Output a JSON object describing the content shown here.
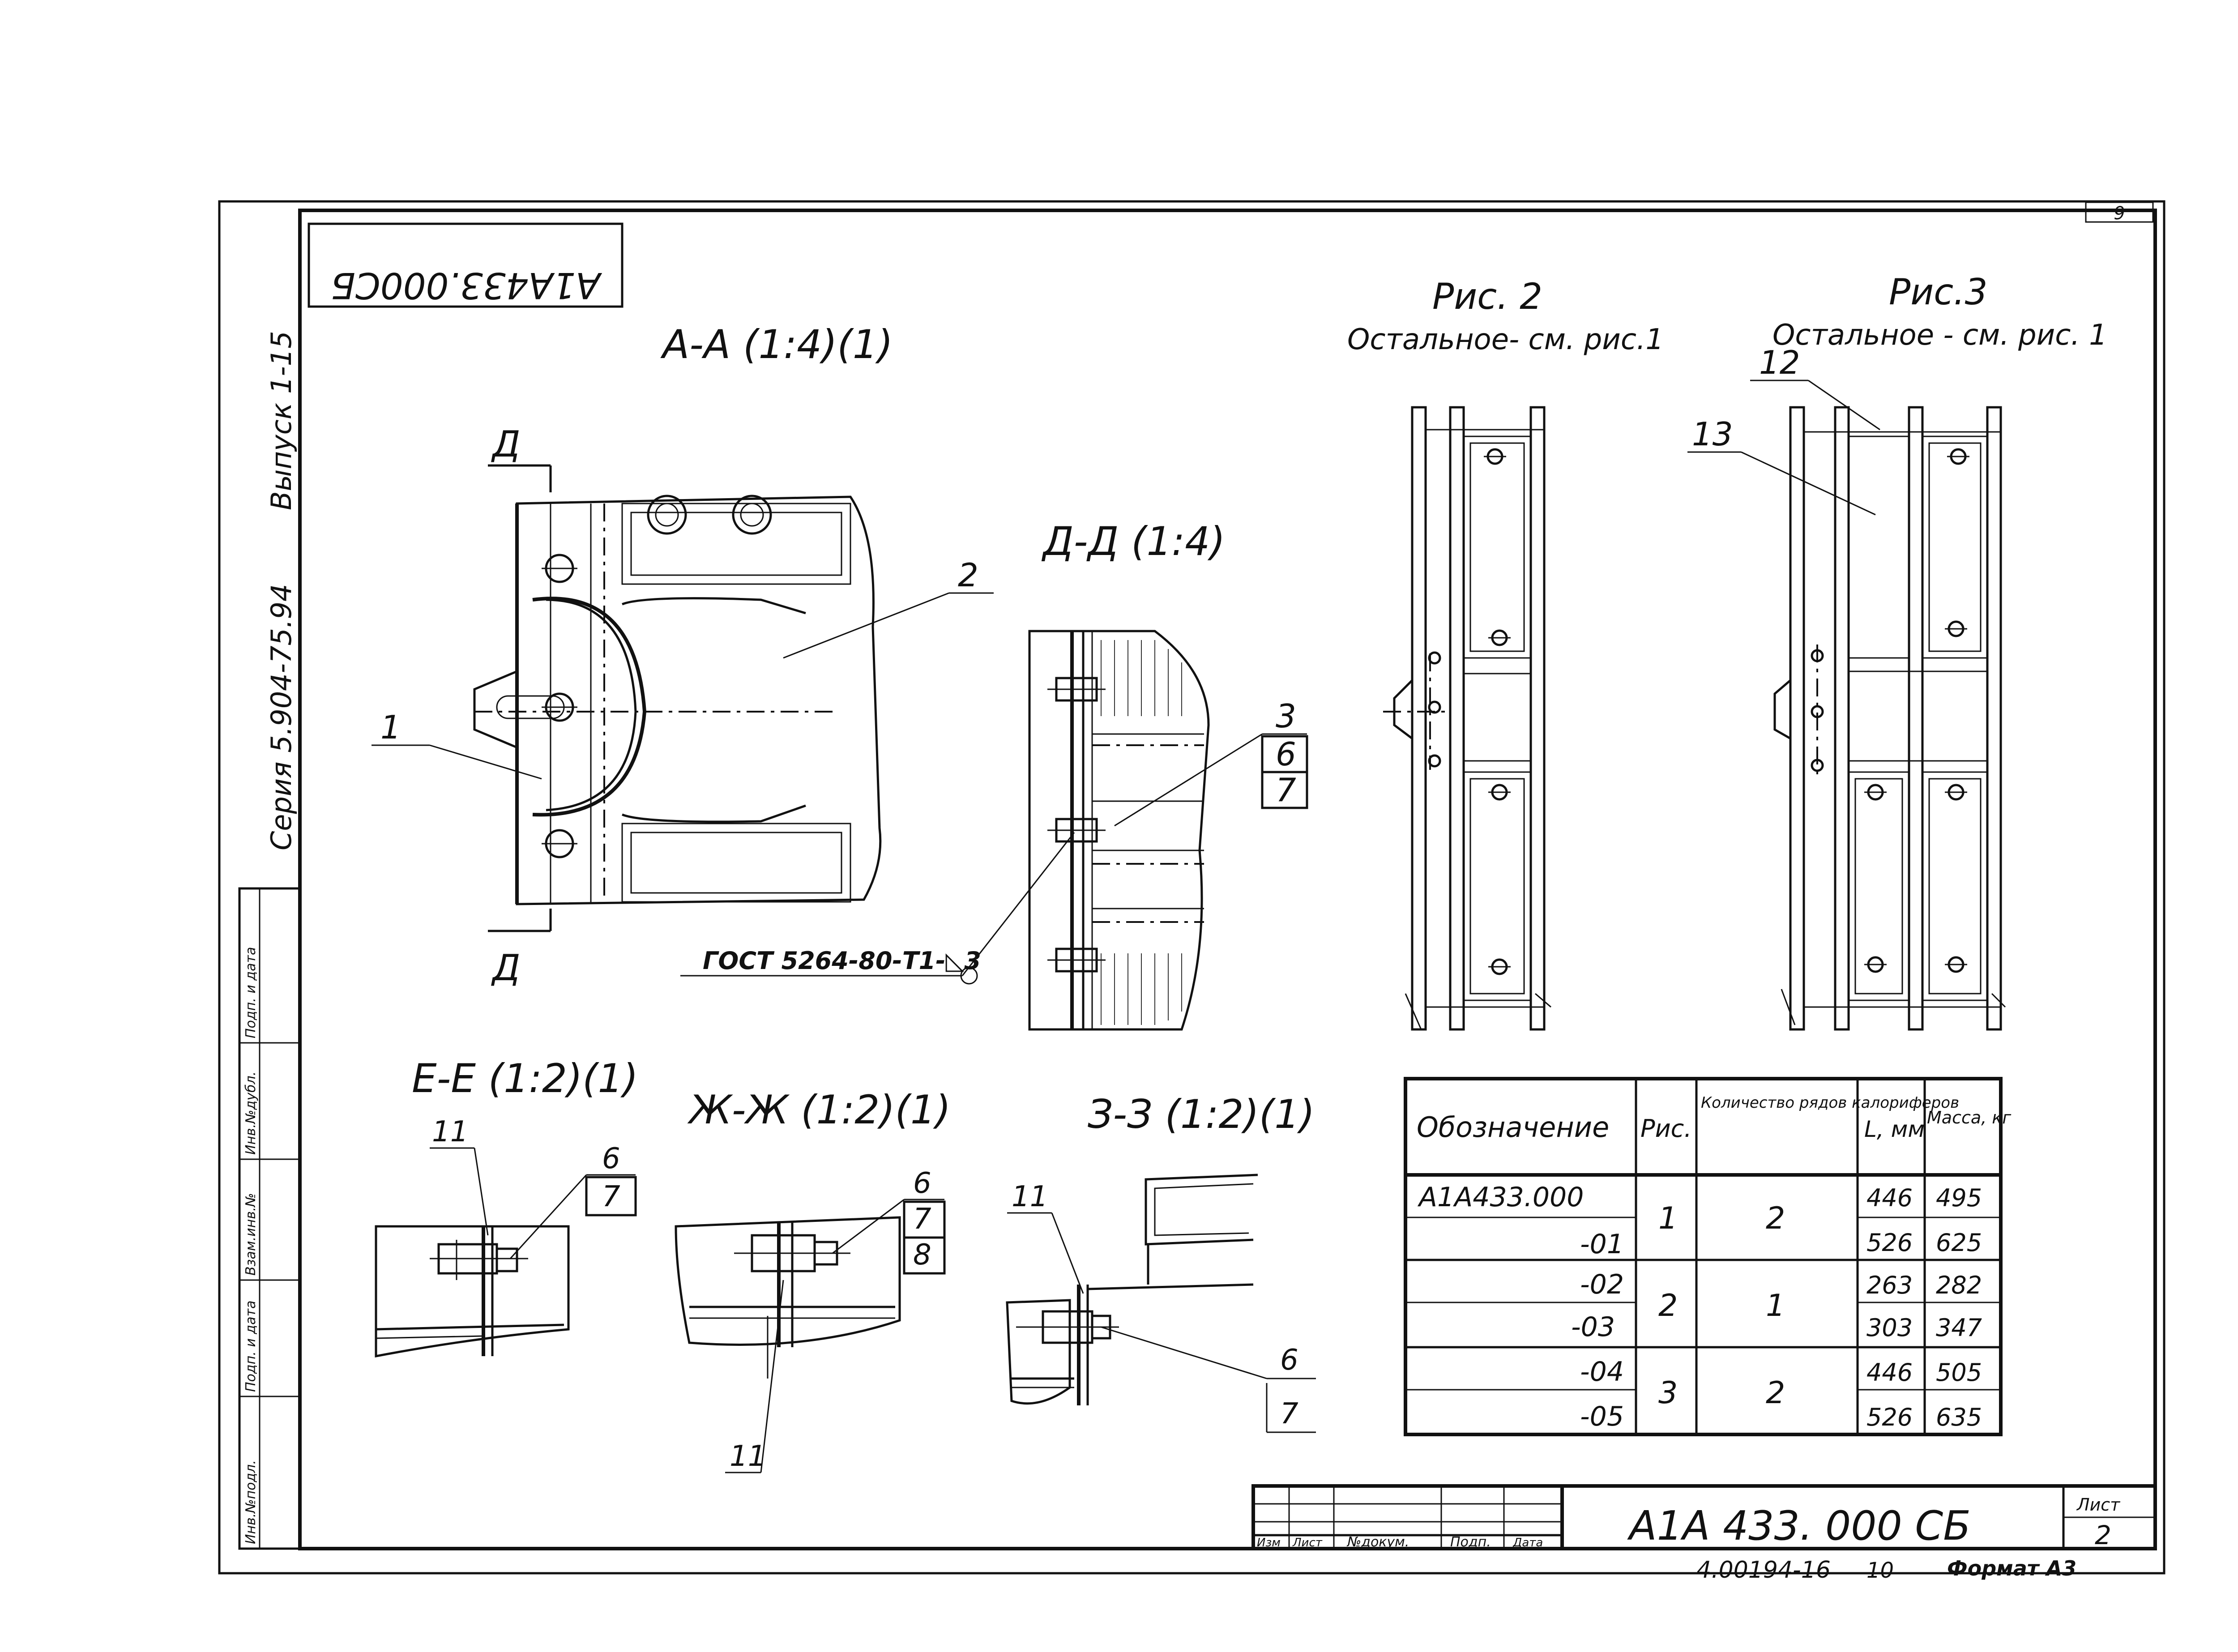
{
  "designation_rotated": "А1А433.000СБ",
  "series_note": "Серия 5.904-75.94",
  "issue_note": "Выпуск 1-15",
  "sheet_corner_number": "9",
  "side_stamp": [
    "Инв.№подл.",
    "Подп. и дата",
    "Взам.инв.№",
    "Инв.№дубл.",
    "Подп. и дата"
  ],
  "views": {
    "aa": "А-А (1:4)(1)",
    "dd": "Д-Д (1:4)",
    "ee": "Е-Е (1:2)(1)",
    "zhzh": "Ж-Ж (1:2)(1)",
    "zz": "З-З (1:2)(1)",
    "cut_mark": "Д",
    "fig2_title": "Рис. 2",
    "fig2_note": "Остальное- см. рис.1",
    "fig3_title": "Рис.3",
    "fig3_note": "Остальное - см. рис. 1",
    "weld_note": "ГОСТ 5264-80-Т1-◺3"
  },
  "callouts": {
    "aa": [
      "1",
      "2"
    ],
    "dd": [
      "3",
      "6",
      "7"
    ],
    "ee": [
      "11",
      "6",
      "7"
    ],
    "zhzh": [
      "6",
      "7",
      "8",
      "11"
    ],
    "zz": [
      "11",
      "6",
      "7"
    ],
    "fig3": [
      "12",
      "13"
    ]
  },
  "table": {
    "headers": [
      "Обозначение",
      "Рис.",
      "Количество рядов калориферов",
      "L, мм",
      "Масса, кг"
    ],
    "rows": [
      {
        "designation": "А1А433.000",
        "fig": "1",
        "rows_count": "2",
        "l": "446",
        "mass": "495"
      },
      {
        "designation": "-01",
        "fig": "",
        "rows_count": "",
        "l": "526",
        "mass": "625"
      },
      {
        "designation": "-02",
        "fig": "2",
        "rows_count": "1",
        "l": "263",
        "mass": "282"
      },
      {
        "designation": "-03",
        "fig": "",
        "rows_count": "",
        "l": "303",
        "mass": "347"
      },
      {
        "designation": "-04",
        "fig": "3",
        "rows_count": "2",
        "l": "446",
        "mass": "505"
      },
      {
        "designation": "-05",
        "fig": "",
        "rows_count": "",
        "l": "526",
        "mass": "635"
      }
    ]
  },
  "title_block": {
    "headers": [
      "Изм",
      "Лист",
      "№докум.",
      "Подп.",
      "Дата"
    ],
    "designation": "А1А 433. 000 СБ",
    "sheet_label": "Лист",
    "sheet_number": "2"
  },
  "bottom_notes": {
    "inventory": "4.00194-16",
    "page": "10",
    "format": "Формат А3"
  }
}
